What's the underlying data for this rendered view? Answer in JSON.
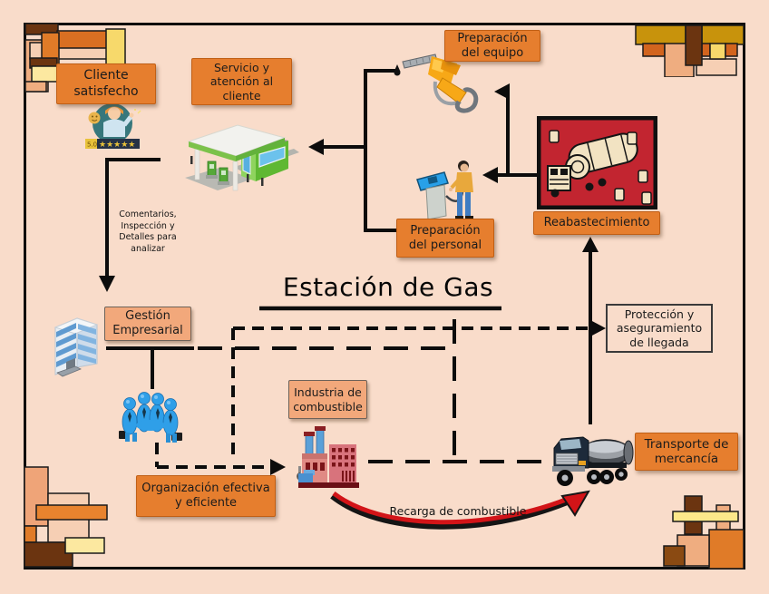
{
  "title": "Estación de Gas",
  "boxes": {
    "cliente": "Cliente satisfecho",
    "servicio": "Servicio y atención al cliente",
    "prep_equipo": "Preparación del equipo",
    "prep_personal": "Preparación del personal",
    "reabastecimiento": "Reabastecimiento",
    "gestion": "Gestión Empresarial",
    "industria": "Industria de combustible",
    "organizacion": "Organización efectiva y eficiente",
    "transporte": "Transporte de mercancía",
    "proteccion": "Protección y aseguramiento de llegada"
  },
  "labels": {
    "comentarios": "Comentarios, Inspección y Detalles para analizar",
    "recarga": "Recarga de combustible",
    "rating_score": "5.0",
    "rating_stars": "★★★★★"
  },
  "icons": {
    "customer": "satisfied-customer-icon",
    "station": "gas-station-icon",
    "nozzle": "fuel-nozzle-icon",
    "attendant": "pump-attendant-icon",
    "tanker_art": "red-tanker-clipart-icon",
    "office": "office-building-icon",
    "team": "team-huddle-icon",
    "factory": "fuel-factory-icon",
    "truck": "tanker-truck-icon"
  },
  "colors": {
    "background": "#f9dcca",
    "box_orange": "#e67e2e",
    "box_light": "#f2a87b",
    "line": "#0c0c0c",
    "arrow_red": "#d21418",
    "tanker_bg": "#c22530"
  }
}
